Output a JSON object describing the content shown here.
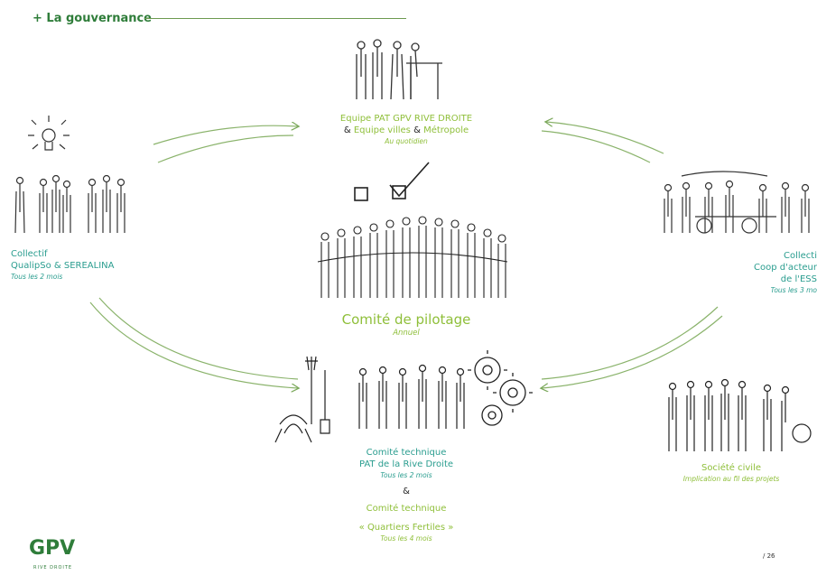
{
  "header": {
    "title": "+ La gouvernance"
  },
  "top": {
    "line1": "Equipe PAT GPV RIVE DROITE",
    "amp1": "&",
    "line2a": "Equipe villes",
    "amp2": "&",
    "line2b": "Métropole",
    "freq": "Au quotidien"
  },
  "left": {
    "line1": "Collectif",
    "line2": "QualipSo & SEREALINA",
    "freq": "Tous les 2 mois"
  },
  "right": {
    "line1": "Collecti",
    "line2": "Coop d'acteur",
    "line3": "de l'ESS",
    "freq": "Tous les 3 mo"
  },
  "center": {
    "title": "Comité de pilotage",
    "freq": "Annuel"
  },
  "bottom": {
    "ct1_line1": "Comité technique",
    "ct1_line2": "PAT de la Rive Droite",
    "ct1_freq": "Tous les 2 mois",
    "amp": "&",
    "ct2_line1": "Comité technique",
    "ct2_line2": "« Quartiers Fertiles »",
    "ct2_freq": "Tous les 4 mois"
  },
  "civil": {
    "title": "Société civile",
    "freq": "Implication au fil des projets"
  },
  "logo": {
    "text": "GPV",
    "sub": "RIVE DROITE"
  },
  "page": {
    "number": "/ 26"
  },
  "colors": {
    "teal": "#2a9d8f",
    "lime": "#8fbf3a",
    "dark_green": "#2f7d3a"
  }
}
